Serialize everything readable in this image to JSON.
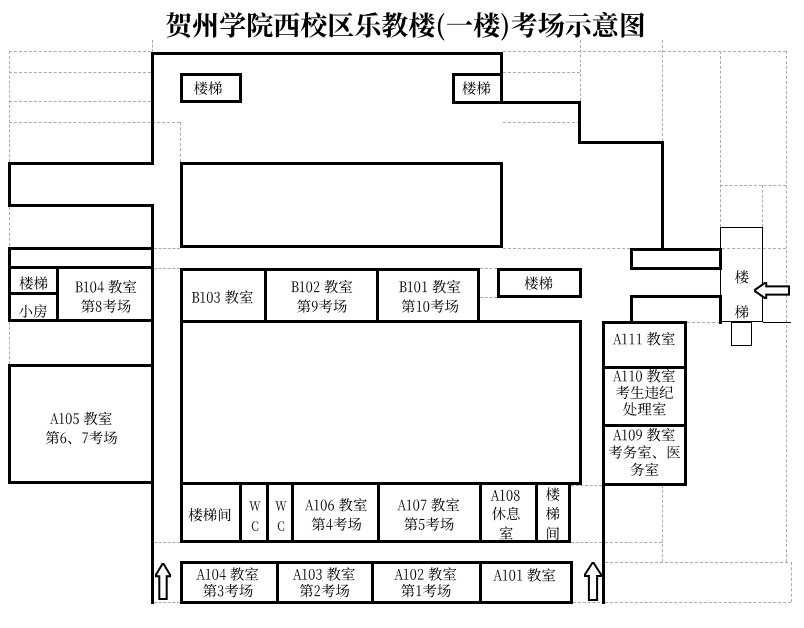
{
  "title": "贺州学院西校区乐教楼(一楼)考场示意图",
  "colors": {
    "wall": "#000000",
    "gridline": "#ababab",
    "background": "#ffffff",
    "text": "#000000"
  },
  "rooms": {
    "b104": "B104 教室\n第8考场",
    "b103": "B103 教室",
    "b102": "B102 教室\n第9考场",
    "b101": "B101 教室\n第10考场",
    "a105": "A105 教室\n第6、7考场",
    "a106": "A106 教室\n第4考场",
    "a107": "A107 教室\n第5考场",
    "a108": "A108\n休息\n室",
    "a104": "A104 教室\n第3考场",
    "a103": "A103 教室\n第2考场",
    "a102": "A102 教室\n第1考场",
    "a101": "A101 教室",
    "a111": "A111 教室",
    "a110": "A110 教室\n考生违纪\n处理室",
    "a109": "A109 教室\n考务室、医\n务室",
    "xiaofang": "小房"
  },
  "stairs": {
    "top_left": "楼梯",
    "top_right": "楼梯",
    "left_block": "楼梯",
    "mid_right": "楼梯",
    "stairwell_left": "楼梯间",
    "stairwell_right": "楼梯间",
    "east": "楼梯"
  },
  "facilities": {
    "wc1": "W\nC",
    "wc2": "W\nC"
  },
  "arrows": {
    "entrance_left": "up-arrow",
    "entrance_right": "up-arrow",
    "entrance_east": "left-arrow"
  }
}
